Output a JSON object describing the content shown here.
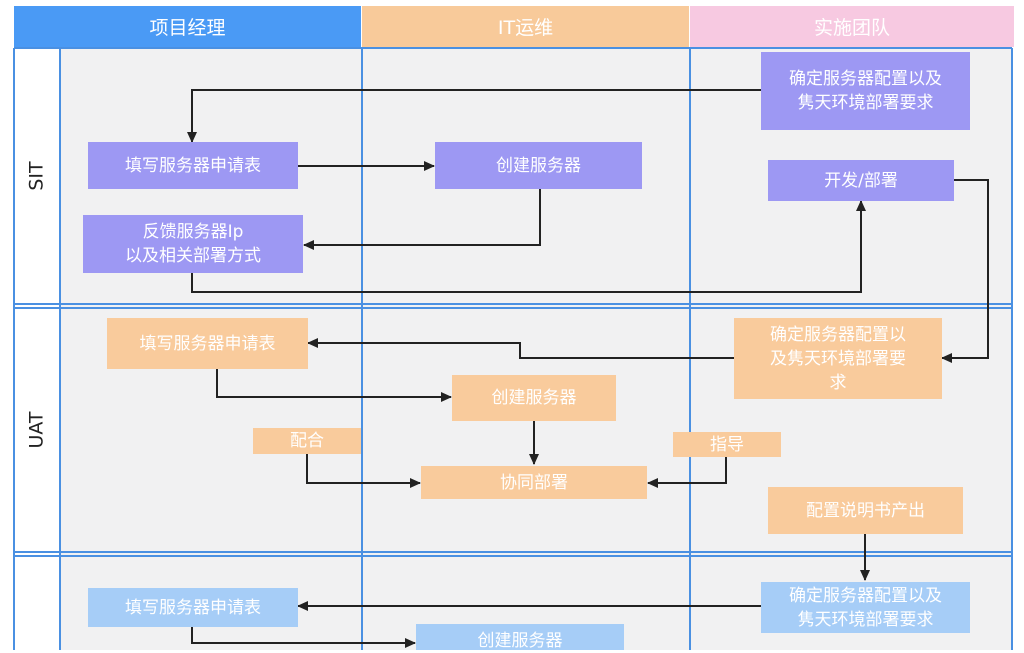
{
  "colors": {
    "header_pm": "#4a9af5",
    "header_it": "#f8ca9a",
    "header_team": "#f7c9e1",
    "node_purple": "#9d98f3",
    "node_orange": "#f9cb9c",
    "node_blue": "#a6cdf7",
    "lane_border": "#4a90e2",
    "lane_bg": "#f1f1f2",
    "arrow": "#222222"
  },
  "lanes": [
    {
      "label": "项目经理"
    },
    {
      "label": "IT运维"
    },
    {
      "label": "实施团队"
    }
  ],
  "rows": [
    {
      "label": "SIT"
    },
    {
      "label": "UAT"
    },
    {
      "label": ""
    }
  ],
  "nodes": {
    "sit_confirm": "确定服务器配置以及\n隽天环境部署要求",
    "sit_fill": "填写服务器申请表",
    "sit_create": "创建服务器",
    "sit_devdeploy": "开发/部署",
    "sit_feedback": "反馈服务器Ip\n以及相关部署方式",
    "uat_fill": "填写服务器申请表",
    "uat_confirm": "确定服务器配置以\n及隽天环境部署要\n求",
    "uat_create": "创建服务器",
    "uat_cooperate": "配合",
    "uat_guide": "指导",
    "uat_co_deploy": "协同部署",
    "uat_manual": "配置说明书产出",
    "r3_fill": "填写服务器申请表",
    "r3_confirm": "确定服务器配置以及\n隽天环境部署要求",
    "r3_create": "创建服务器"
  }
}
